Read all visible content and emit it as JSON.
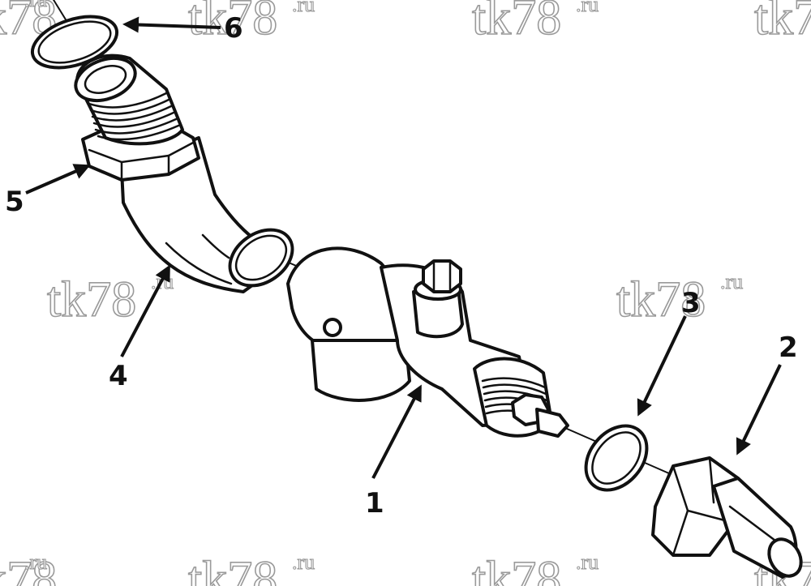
{
  "watermark": {
    "main": "tk78",
    "sup": ".ru"
  },
  "callouts": [
    {
      "id": "1",
      "label": "1"
    },
    {
      "id": "2",
      "label": "2"
    },
    {
      "id": "3",
      "label": "3"
    },
    {
      "id": "4",
      "label": "4"
    },
    {
      "id": "5",
      "label": "5"
    },
    {
      "id": "6",
      "label": "6"
    }
  ]
}
